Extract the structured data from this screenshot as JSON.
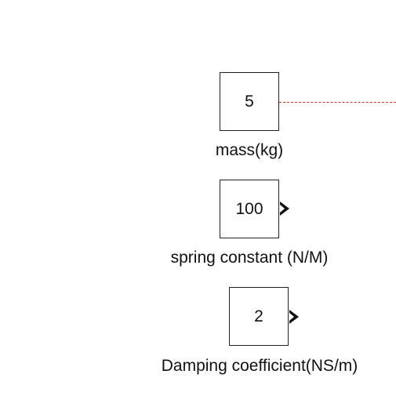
{
  "blocks": {
    "mass": {
      "value": "5",
      "label": "mass(kg)"
    },
    "spring": {
      "value": "100",
      "label": "spring constant (N/M)"
    },
    "damping": {
      "value": "2",
      "label": "Damping coefficient(NS/m)"
    }
  },
  "colors": {
    "signal_line": "#c0392b",
    "block_border": "#222222"
  }
}
